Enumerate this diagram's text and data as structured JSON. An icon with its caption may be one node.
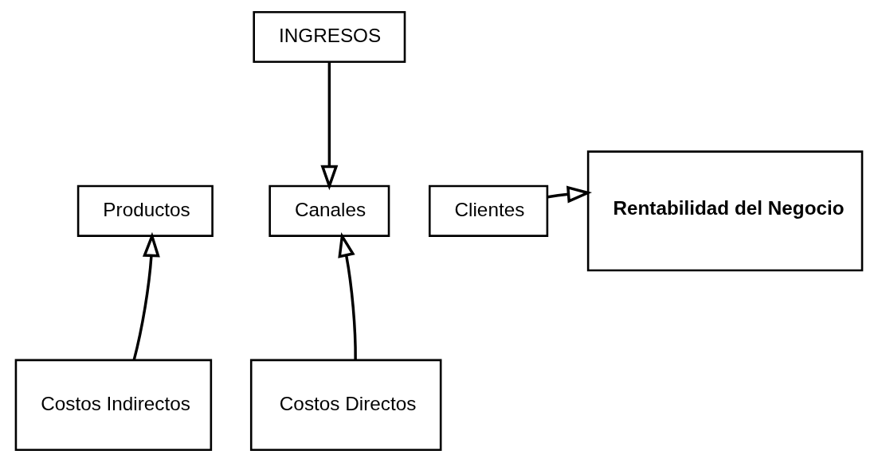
{
  "diagram": {
    "nodes": [
      {
        "text": [
          "INGRESOS"
        ]
      },
      {
        "text": [
          "Productos"
        ]
      },
      {
        "text": [
          "Canales"
        ]
      },
      {
        "text": [
          "Clientes"
        ]
      },
      {
        "text": [
          "Rentabilidad del Negocio"
        ]
      },
      {
        "text": [
          "Costos Indirectos"
        ]
      },
      {
        "text": [
          "Costos Directos"
        ]
      }
    ],
    "edges": [
      {
        "from": 0,
        "to": 2,
        "arrow": "to"
      },
      {
        "from": 3,
        "to": 4,
        "arrow": "to"
      },
      {
        "from": 5,
        "to": 1,
        "arrow": "to"
      },
      {
        "from": 6,
        "to": 2,
        "arrow": "to"
      }
    ]
  }
}
